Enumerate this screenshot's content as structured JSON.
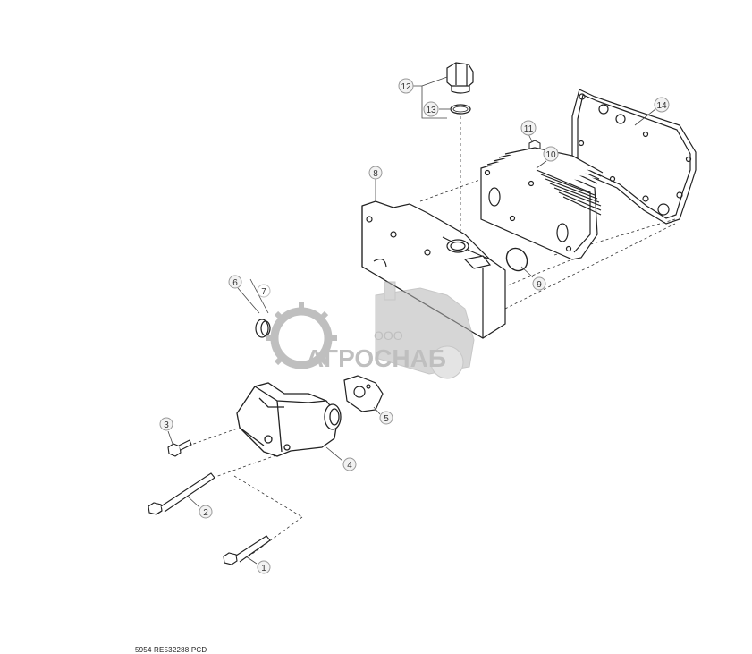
{
  "diagram": {
    "callouts": [
      {
        "id": "c1",
        "label": "1"
      },
      {
        "id": "c2",
        "label": "2"
      },
      {
        "id": "c3",
        "label": "3"
      },
      {
        "id": "c4",
        "label": "4"
      },
      {
        "id": "c5",
        "label": "5"
      },
      {
        "id": "c6",
        "label": "6"
      },
      {
        "id": "c7",
        "label": "7"
      },
      {
        "id": "c8",
        "label": "8"
      },
      {
        "id": "c9",
        "label": "9"
      },
      {
        "id": "c10",
        "label": "10"
      },
      {
        "id": "c11",
        "label": "11"
      },
      {
        "id": "c12",
        "label": "12"
      },
      {
        "id": "c13",
        "label": "13"
      },
      {
        "id": "c14",
        "label": "14"
      }
    ],
    "footer": "5954  RE532288  PCD"
  },
  "watermark": {
    "prefix": "ООО",
    "company": "АГРОСНАБ",
    "color": "#9a9a9a"
  },
  "colors": {
    "line": "#222222",
    "callout_stroke": "#999999",
    "callout_fill": "#f2f2f2"
  }
}
